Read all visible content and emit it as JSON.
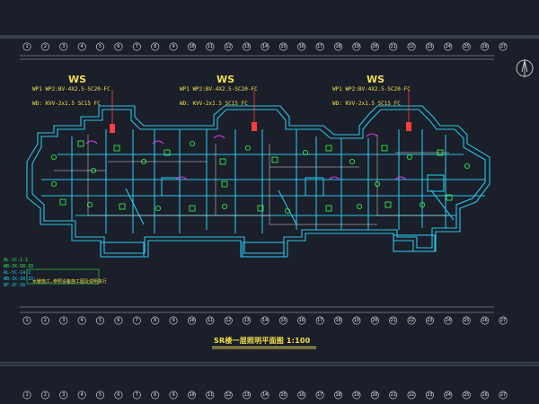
{
  "drawing": {
    "title": "SR楼一层照明平面图 1:100",
    "distribution_labels": [
      {
        "tag": "WS",
        "line1": "WP1 WP2:BV-4X2.5-SC20-FC",
        "line2": "WD:   KVV-2x1.5 SC15 FC"
      },
      {
        "tag": "WS",
        "line1": "WP1 WP2:BV-4X2.5-SC20-FC",
        "line2": "WD:   KVV-2x1.5 SC15 FC"
      },
      {
        "tag": "WS",
        "line1": "WP1 WP2:BV-4X2.5-SC20-FC",
        "line2": "WD:   KVV-2x1.5 SC15 FC"
      }
    ],
    "side_notes": [
      "AL-1C-1-1",
      "WB-3X-SR-1D",
      "AL-5C-14-2",
      "WB-3X-SR-1D",
      "BF-1F-3A"
    ],
    "bottom_note": "水暖施工,参照设备施工图及说明执行",
    "north_label": "N"
  },
  "axes_top": [
    "1",
    "2",
    "3",
    "4",
    "5",
    "6",
    "7",
    "8",
    "9",
    "10",
    "11",
    "12",
    "13",
    "14",
    "15",
    "16",
    "17",
    "18",
    "19",
    "20",
    "21",
    "22",
    "23",
    "24",
    "25",
    "26",
    "27"
  ],
  "axes_bottom": [
    "1",
    "2",
    "3",
    "4",
    "5",
    "6",
    "7",
    "8",
    "9",
    "10",
    "11",
    "12",
    "13",
    "14",
    "15",
    "16",
    "17",
    "18",
    "19",
    "20",
    "21",
    "22",
    "23",
    "24",
    "25",
    "26",
    "27"
  ],
  "axes_bottom2": [
    "1",
    "2",
    "3",
    "4",
    "5",
    "6",
    "7",
    "8",
    "9",
    "10",
    "11",
    "12",
    "13",
    "14",
    "15",
    "16",
    "17",
    "18",
    "19",
    "20",
    "21",
    "22",
    "23",
    "24",
    "25",
    "26",
    "27"
  ],
  "colors": {
    "background": "#1b1f2a",
    "wall": "#29c3e6",
    "fixture": "#2ee84a",
    "text_yellow": "#f4e04a",
    "panel_red": "#ff3b3b",
    "magenta": "#e33df5"
  }
}
